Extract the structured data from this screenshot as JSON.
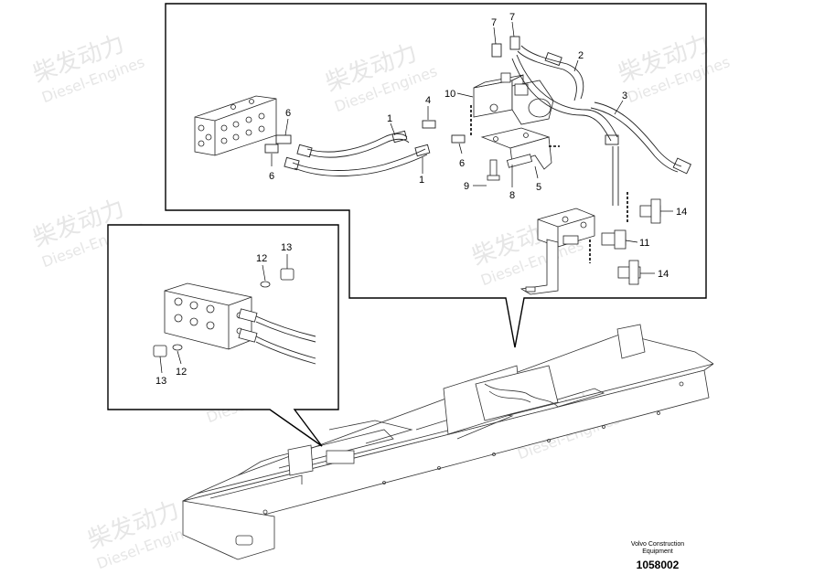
{
  "watermark": {
    "brand_cn": "柴发动力",
    "brand_en": "Diesel-Engines"
  },
  "title_block": {
    "brand_line1": "Volvo Construction",
    "brand_line2": "Equipment",
    "drawing_number": "1058002"
  },
  "callouts": {
    "c1a": "1",
    "c1b": "1",
    "c2": "2",
    "c3": "3",
    "c4": "4",
    "c5": "5",
    "c6a": "6",
    "c6b": "6",
    "c6c": "6",
    "c7a": "7",
    "c7b": "7",
    "c8": "8",
    "c9": "9",
    "c10": "10",
    "c11": "11",
    "c12a": "12",
    "c12b": "12",
    "c13a": "13",
    "c13b": "13",
    "c14a": "14",
    "c14b": "14"
  }
}
